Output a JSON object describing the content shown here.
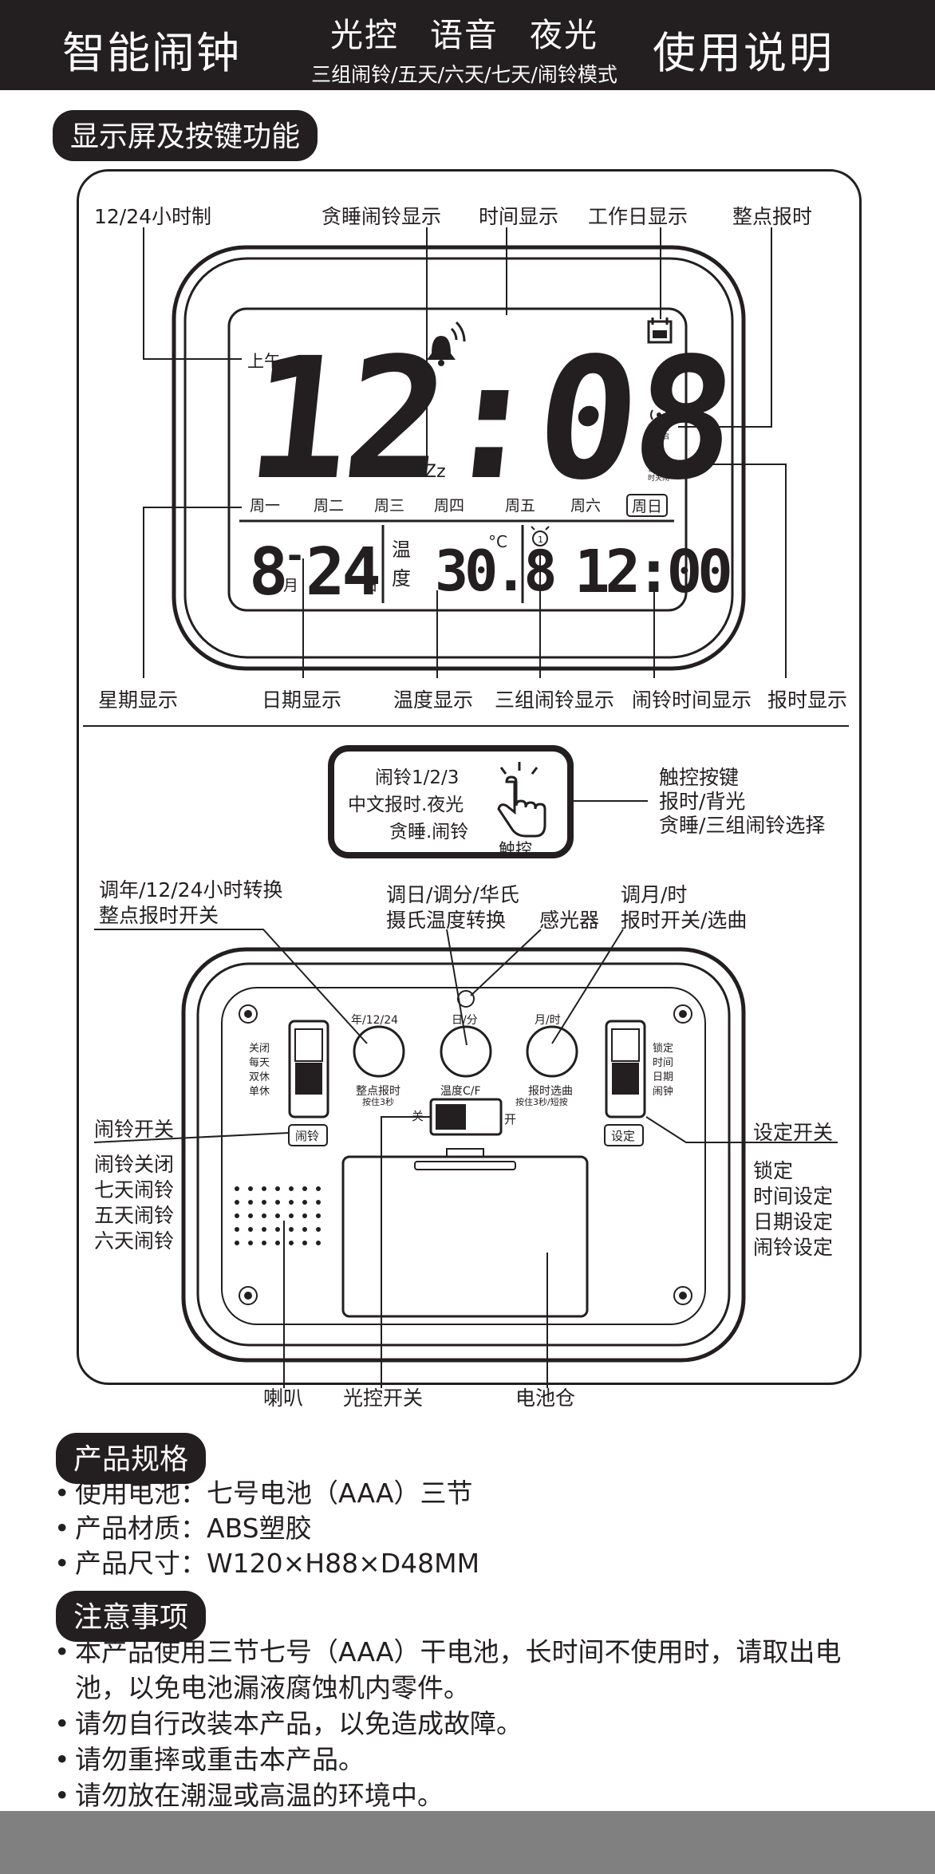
{
  "header": {
    "title_left": "智能闹钟",
    "features": "光控 语音 夜光",
    "modes": "三组闹铃/五天/六天/七天/闹铃模式",
    "title_right": "使用说明"
  },
  "display_section": {
    "title": "显示屏及按键功能",
    "labels": {
      "hour_format": "12/24小时制",
      "snooze_display": "贪睡闹铃显示",
      "time_display": "时间显示",
      "workday_display": "工作日显示",
      "hourly_chime": "整点报时",
      "week_display": "星期显示",
      "date_display": "日期显示",
      "temp_display": "温度显示",
      "three_alarm_display": "三组闹铃显示",
      "alarm_time_display": "闹铃时间显示",
      "chime_display": "报时显示"
    },
    "lcd": {
      "am": "上午",
      "time": "12:08",
      "weekdays": [
        "周一",
        "周二",
        "周三",
        "周四",
        "周五",
        "周六",
        "周日"
      ],
      "date_month": "8",
      "date_sep": "-",
      "date_day": "24",
      "month_unit": "月",
      "day_unit": "日",
      "temp_label_1": "温",
      "temp_label_2": "度",
      "temp_value": "30.8",
      "temp_unit": "°C",
      "alarm_num": "1",
      "alarm_time": "12:00",
      "chime_icon_text_1": "整点报",
      "chime_icon_text_2": "时开启",
      "mute_icon_text_1": "语音报",
      "mute_icon_text_2": "时关闭",
      "zz": "Zz"
    }
  },
  "touch_section": {
    "button_lines": [
      "闹铃1/2/3",
      "中文报时.夜光",
      "贪睡.闹铃"
    ],
    "button_caption": "触控",
    "desc_lines": [
      "触控按键",
      "报时/背光",
      "贪睡/三组闹铃选择"
    ]
  },
  "back_section": {
    "callouts": {
      "year_btn": [
        "调年/12/24小时转换",
        "整点报时开关"
      ],
      "day_btn": [
        "调日/调分/华氏",
        "摄氏温度转换"
      ],
      "light_sensor": "感光器",
      "month_btn": [
        "调月/时",
        "报时开关/选曲"
      ],
      "alarm_switch": "闹铃开关",
      "alarm_modes": [
        "闹铃关闭",
        "七天闹铃",
        "五天闹铃",
        "六天闹铃"
      ],
      "set_switch": "设定开关",
      "set_modes": [
        "锁定",
        "时间设定",
        "日期设定",
        "闹铃设定"
      ],
      "speaker": "喇叭",
      "light_switch": "光控开关",
      "battery": "电池仓"
    },
    "device": {
      "btn1_top": "年/12/24",
      "btn1_bottom": "整点报时",
      "btn1_sub": "按住3秒",
      "btn2_top": "日/分",
      "btn2_bottom": "温度C/F",
      "btn3_top": "月/时",
      "btn3_bottom": "报时选曲",
      "btn3_sub": "按住3秒/短按",
      "left_switch_opts": [
        "关闭",
        "每天",
        "双休",
        "单休"
      ],
      "left_switch_label": "闹铃",
      "right_switch_opts": [
        "锁定",
        "时间",
        "日期",
        "闹钟"
      ],
      "right_switch_label": "设定",
      "light_off": "关",
      "light_on": "开"
    }
  },
  "specs": {
    "title": "产品规格",
    "items": [
      "使用电池：七号电池（AAA）三节",
      "产品材质：ABS塑胶",
      "产品尺寸：W120×H88×D48MM"
    ]
  },
  "notes": {
    "title": "注意事项",
    "items": [
      "本产品使用三节七号（AAA）干电池，长时间不使用时，请取出电池，以免电池漏液腐蚀机内零件。",
      "请勿自行改装本产品，以免造成故障。",
      "请勿重摔或重击本产品。",
      "请勿放在潮湿或高温的环境中。"
    ]
  },
  "colors": {
    "ink": "#231f20",
    "footer_gray": "#808080"
  }
}
